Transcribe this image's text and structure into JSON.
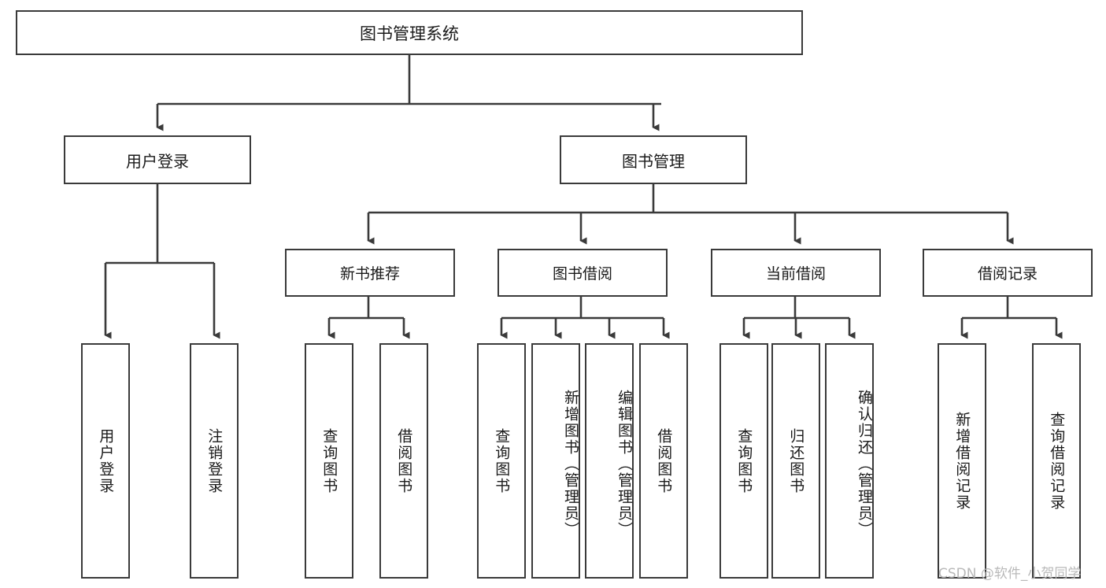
{
  "diagram": {
    "title": "图书管理系统",
    "type": "tree",
    "colors": {
      "border": "#3a3a3a",
      "text": "#1a1a1a",
      "background": "#ffffff",
      "edge": "#3a3a3a",
      "watermark": "#b9b9b9"
    },
    "root": {
      "label": "图书管理系统"
    },
    "level1": [
      {
        "label": "用户登录"
      },
      {
        "label": "图书管理"
      }
    ],
    "level2": [
      {
        "label": "新书推荐"
      },
      {
        "label": "图书借阅"
      },
      {
        "label": "当前借阅"
      },
      {
        "label": "借阅记录"
      }
    ],
    "leaves": {
      "user_login": [
        {
          "label": "用户登录"
        },
        {
          "label": "注销登录"
        }
      ],
      "new_book": [
        {
          "label": "查询图书"
        },
        {
          "label": "借阅图书"
        }
      ],
      "borrow_book": [
        {
          "label": "查询图书"
        },
        {
          "label": "新增图书（管理员）"
        },
        {
          "label": "编辑图书（管理员）"
        },
        {
          "label": "借阅图书"
        }
      ],
      "current_borrow": [
        {
          "label": "查询图书"
        },
        {
          "label": "归还图书"
        },
        {
          "label": "确认归还（管理员）"
        }
      ],
      "borrow_record": [
        {
          "label": "新增借阅记录"
        },
        {
          "label": "查询借阅记录"
        }
      ]
    },
    "watermark": "CSDN @软件_小贺同学"
  }
}
